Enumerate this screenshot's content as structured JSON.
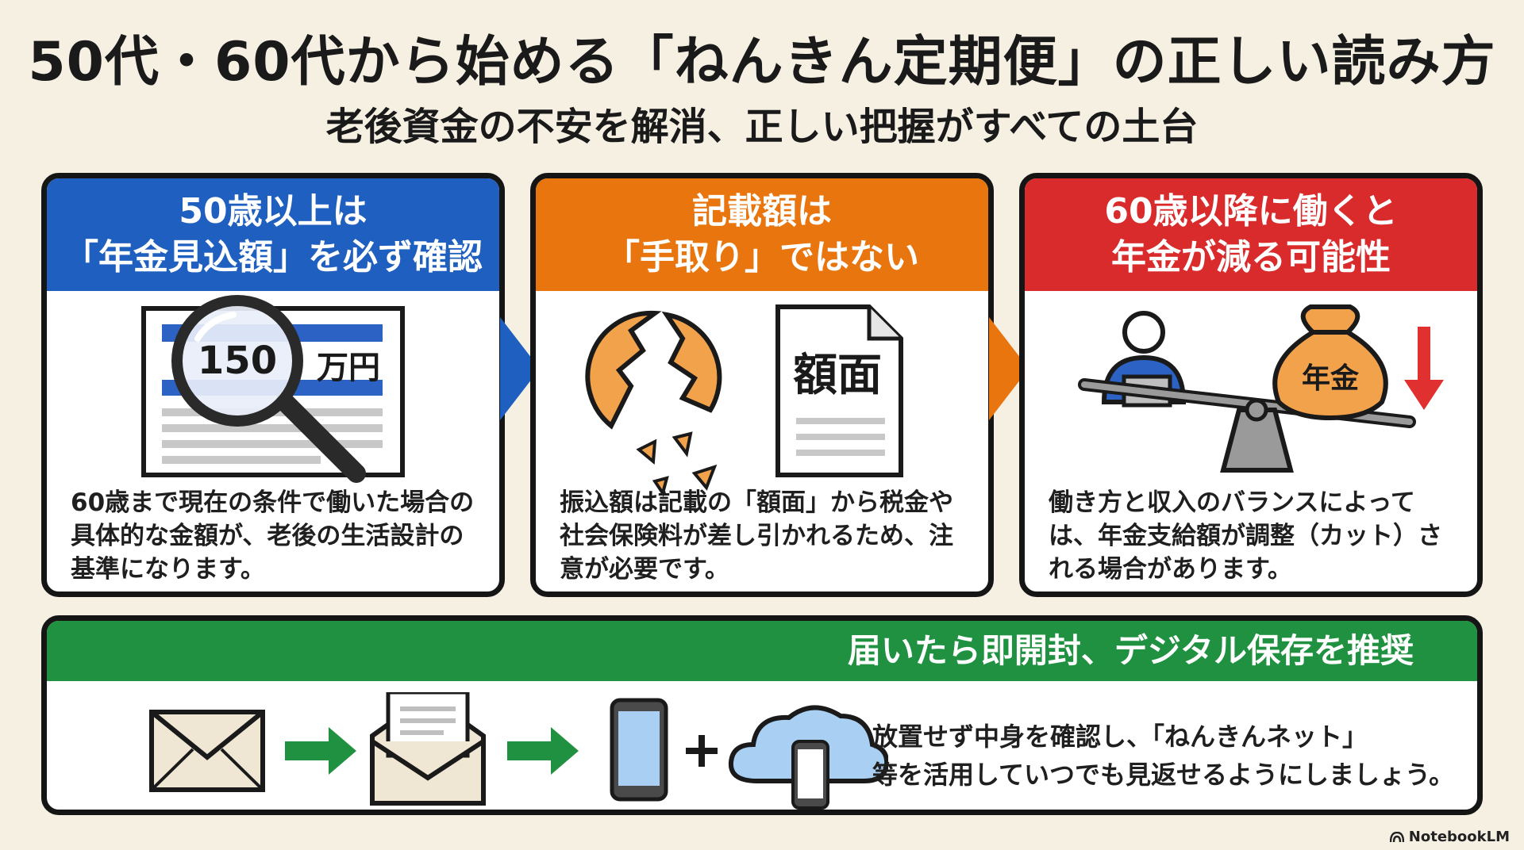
{
  "title": "50代・60代から始める「ねんきん定期便」の正しい読み方",
  "subtitle": "老後資金の不安を解消、正しい把握がすべての土台",
  "cards": [
    {
      "head_line1": "50歳以上は",
      "head_line2": "「年金見込額」を必ず確認",
      "color": "#1f5fbf",
      "illus_amount": "150",
      "illus_unit": "万円",
      "body": "60歳まで現在の条件で働いた場合の具体的な金額が、老後の生活設計の基準になります。"
    },
    {
      "head_line1": "記載額は",
      "head_line2": "「手取り」ではない",
      "color": "#e8750e",
      "illus_doc_label": "額面",
      "body": "振込額は記載の「額面」から税金や社会保険料が差し引かれるため、注意が必要です。"
    },
    {
      "head_line1": "60歳以降に働くと",
      "head_line2": "年金が減る可能性",
      "color": "#d92b2b",
      "illus_bag_label": "年金",
      "body": "働き方と収入のバランスによっては、年金支給額が調整（カット）される場合があります。"
    }
  ],
  "bottom": {
    "header": "届いたら即開封、デジタル保存を推奨",
    "color": "#1f9140",
    "text_line1": "放置せず中身を確認し、「ねんきんネット」",
    "text_line2": "等を活用していつでも見返せるようにしましょう。"
  },
  "brand": "NotebookLM"
}
